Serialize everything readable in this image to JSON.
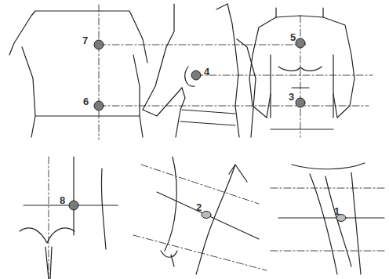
{
  "diagram": {
    "labels": [
      "7",
      "5",
      "6",
      "4",
      "3",
      "8",
      "2",
      "1"
    ]
  }
}
